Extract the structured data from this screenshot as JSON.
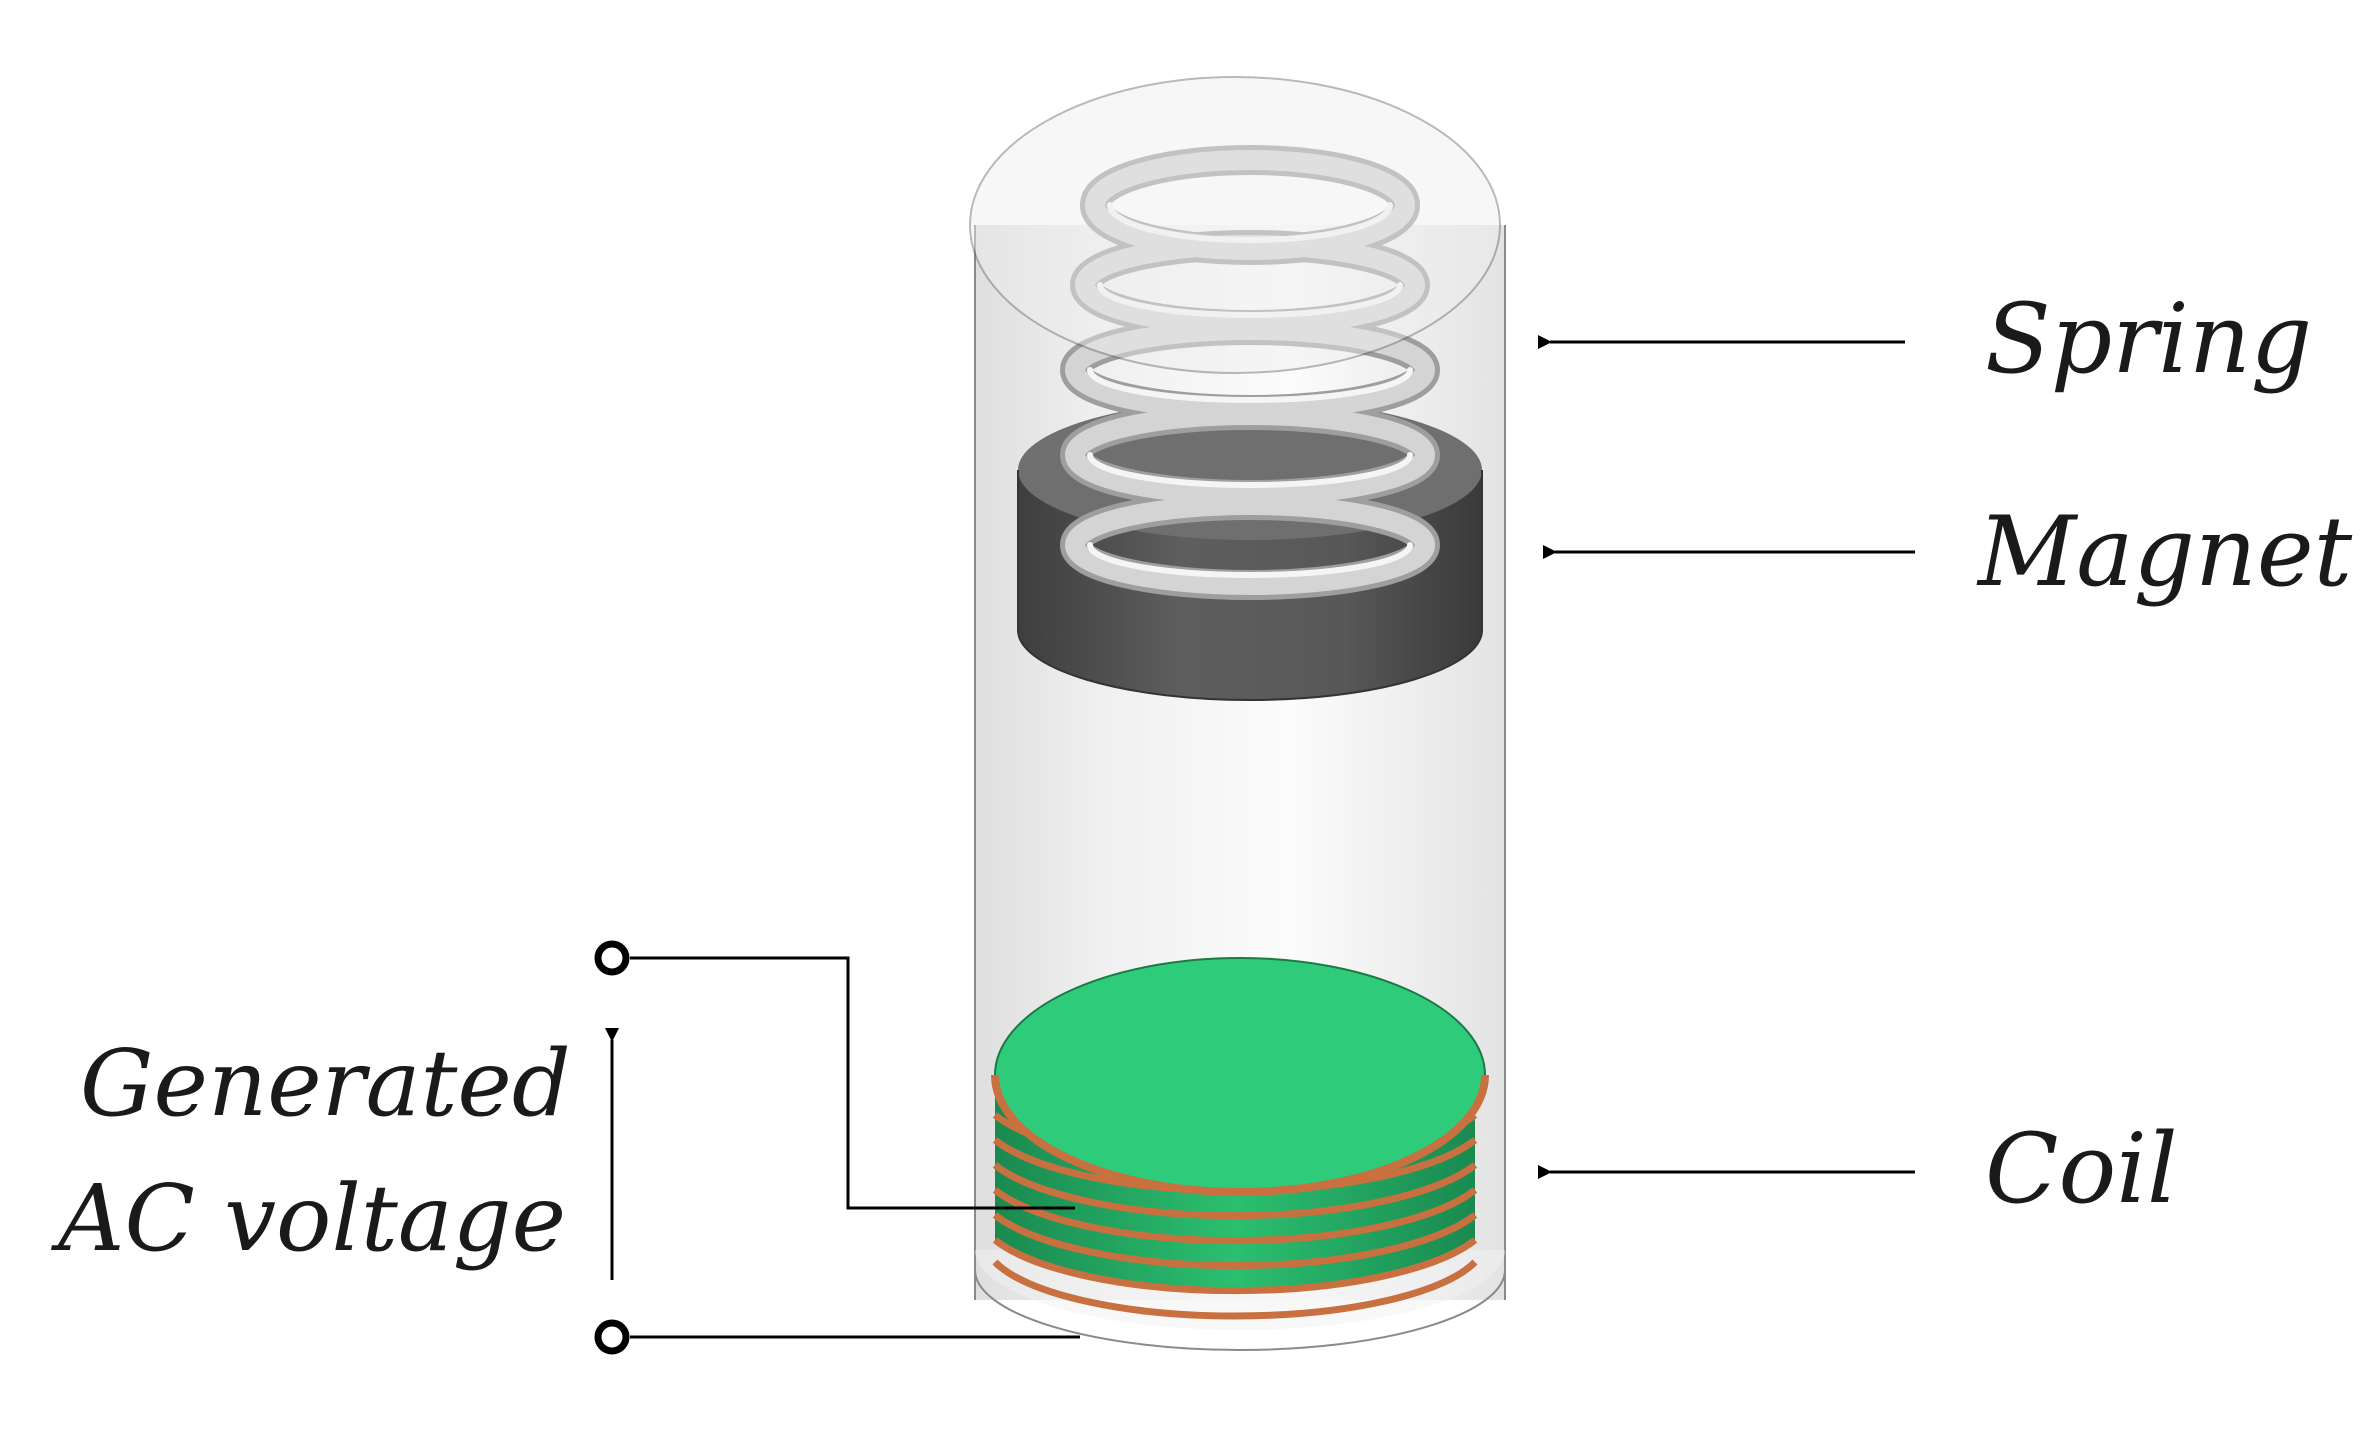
{
  "labels": {
    "spring": "Spring",
    "magnet": "Magnet",
    "coil": "Coil",
    "voltage_line1": "Generated",
    "voltage_line2": "AC voltage"
  },
  "colors": {
    "background": "#ffffff",
    "cylinder": "#e6e6e6",
    "cylinder_edge": "#777777",
    "spring": "#bdbdbd",
    "spring_highlight": "#f2f2f2",
    "magnet_top": "#6e6e6e",
    "magnet_side": "#4a4a4a",
    "coil_top": "#2ecc7a",
    "coil_side": "#1f9e5c",
    "copper": "#c8703f",
    "line": "#000000"
  }
}
